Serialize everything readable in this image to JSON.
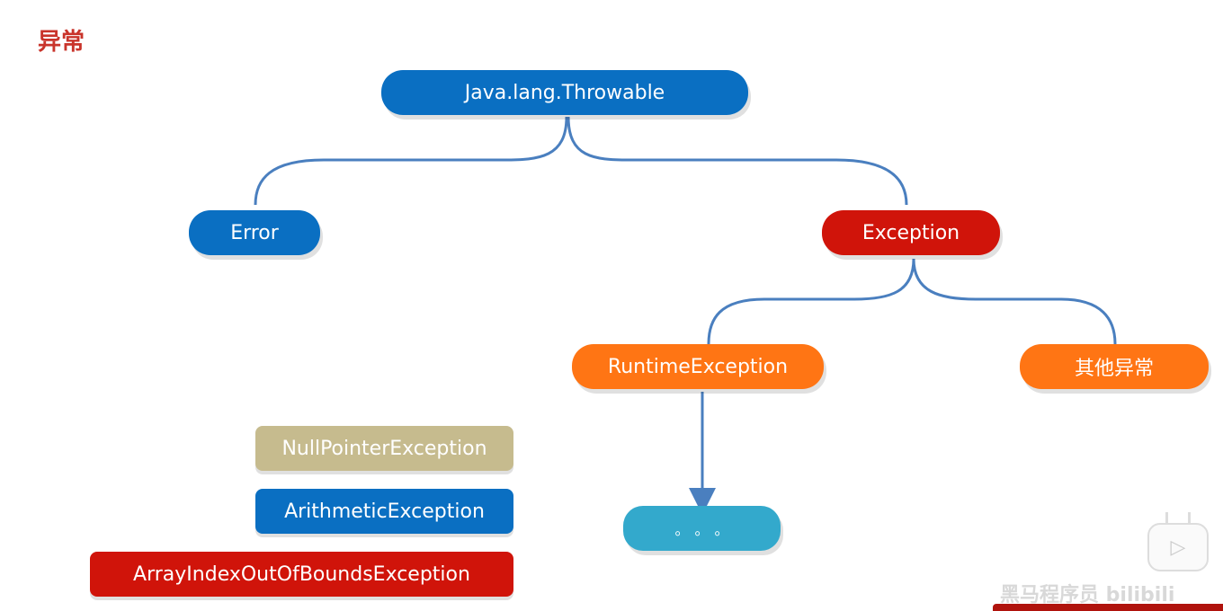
{
  "page": {
    "title": "异常"
  },
  "diagram": {
    "nodes": {
      "throwable": "Java.lang.Throwable",
      "error": "Error",
      "exception": "Exception",
      "runtime_exception": "RuntimeException",
      "other_exceptions": "其他异常",
      "ellipsis": "。。。"
    },
    "examples": [
      {
        "label": "NullPointerException",
        "color": "#c6bb8e"
      },
      {
        "label": "ArithmeticException",
        "color": "#0a6fc2"
      },
      {
        "label": "ArrayIndexOutOfBoundsException",
        "color": "#d0140a"
      }
    ],
    "colors": {
      "title": "#c9342b",
      "blue": "#0a6fc2",
      "red": "#d0140a",
      "orange": "#ff7514",
      "teal": "#33a9cc",
      "tan": "#c6bb8e",
      "connector": "#4a7fbf"
    }
  },
  "player": {
    "play_icon": "play-icon",
    "watermark": "黑马程序员 bilibili"
  }
}
